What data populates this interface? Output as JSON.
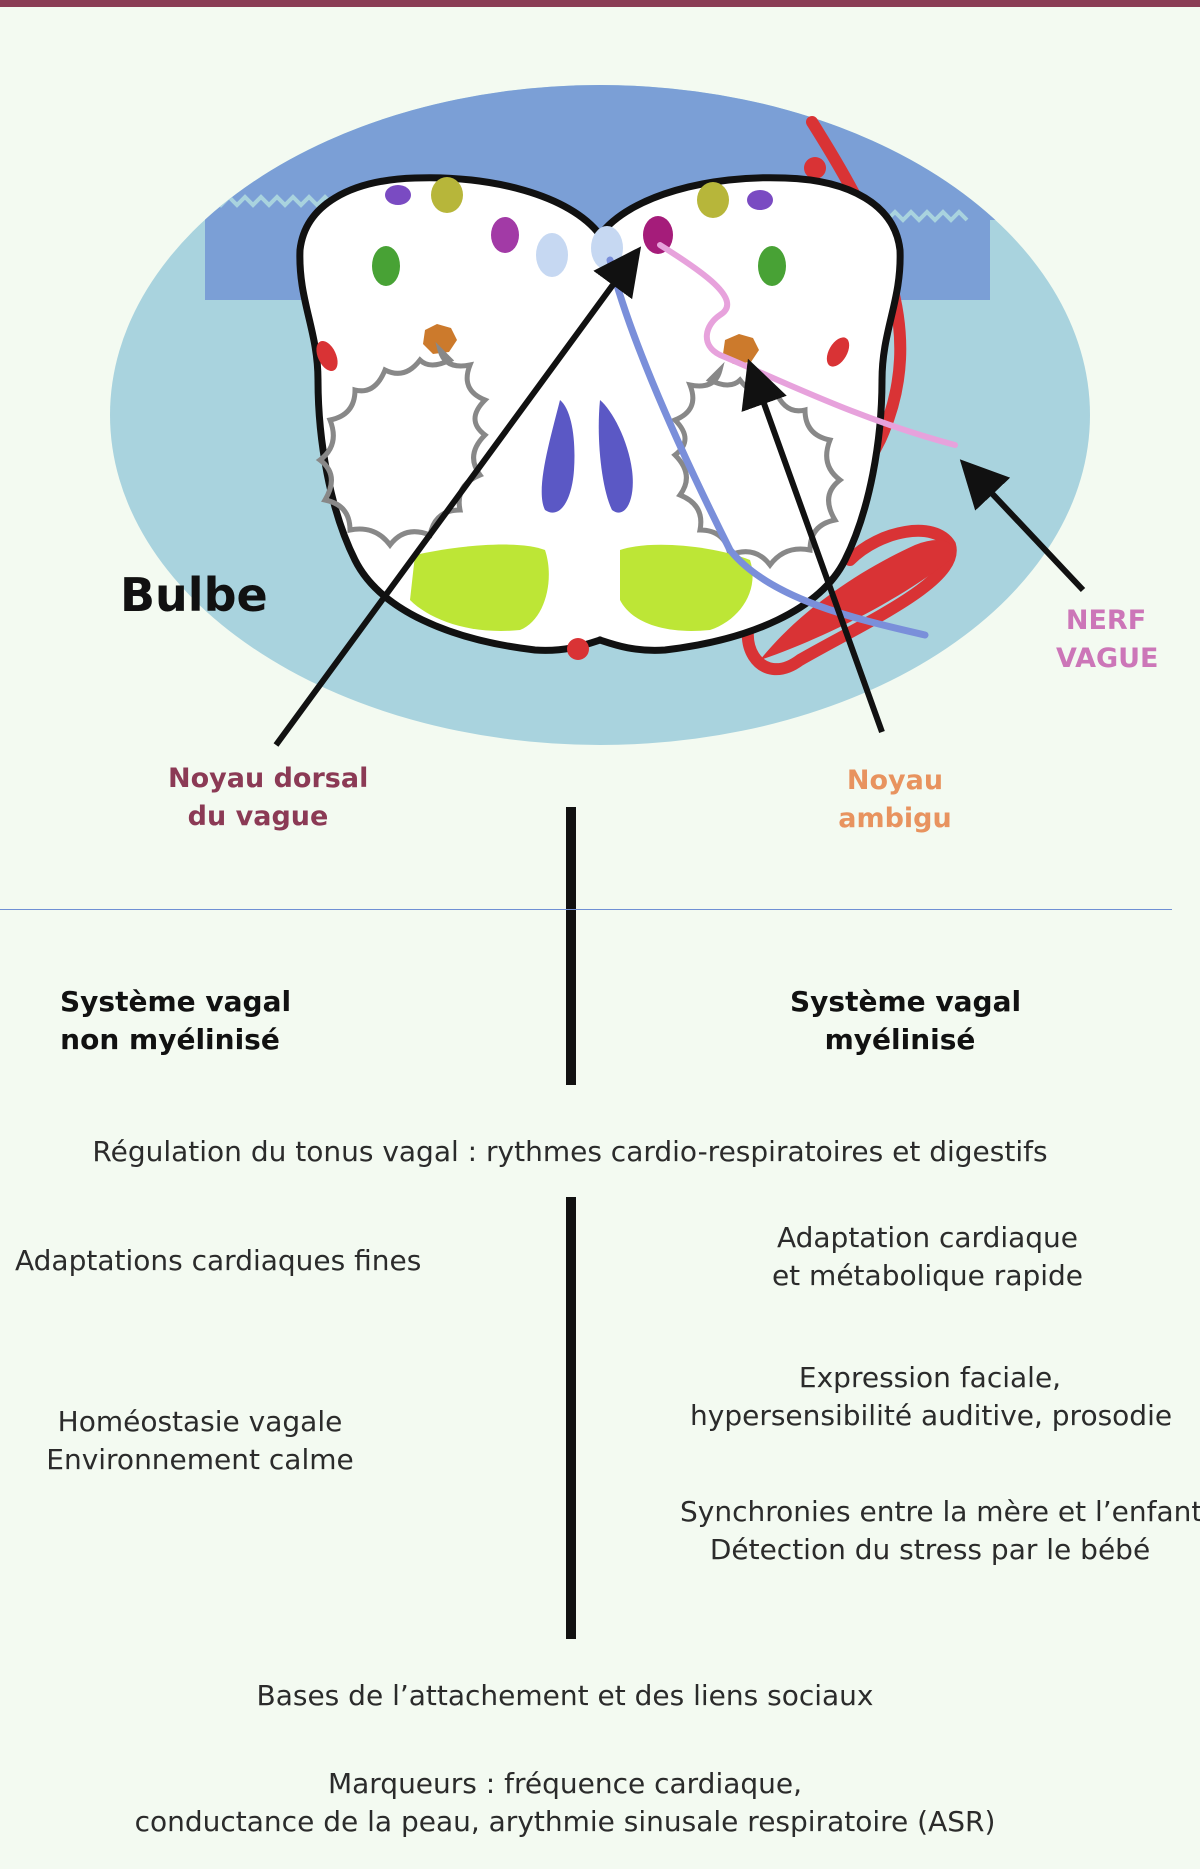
{
  "diagram": {
    "region_label": "Bulbe",
    "nucleus_left": [
      "Noyau dorsal",
      "du vague"
    ],
    "nucleus_right": [
      "Noyau",
      "ambigu"
    ],
    "nerve_label": [
      "NERF",
      "VAGUE"
    ],
    "colors": {
      "dark_region": "#7b9fd6",
      "light_region": "#a9d3de",
      "dorsal_label": "#8b3a55",
      "ambigu_label": "#e8935f",
      "nerve_label": "#cc76b8",
      "nerve_red": "#d93335",
      "nerve_pink": "#e7a2dc",
      "lime": "#bde636",
      "violet": "#5b58c5"
    }
  },
  "comparison": {
    "left_heading": [
      "Système vagal",
      "non myélinisé"
    ],
    "right_heading": [
      "Système vagal",
      "myélinisé"
    ],
    "shared_1": "Régulation du tonus vagal : rythmes cardio-respiratoires et digestifs",
    "left_items": [
      [
        "Adaptations cardiaques fines"
      ],
      [
        "Homéostasie vagale",
        "Environnement calme"
      ]
    ],
    "right_items": [
      [
        "Adaptation cardiaque",
        "et métabolique rapide"
      ],
      [
        "Expression faciale,",
        "hypersensibilité auditive, prosodie"
      ],
      [
        "Synchronies entre la mère et l’enfant",
        "Détection du stress par le bébé"
      ]
    ],
    "shared_2": "Bases de l’attachement et des liens sociaux",
    "shared_3": [
      "Marqueurs : fréquence cardiaque,",
      "conductance de la peau, arythmie sinusale respiratoire (ASR)"
    ]
  }
}
